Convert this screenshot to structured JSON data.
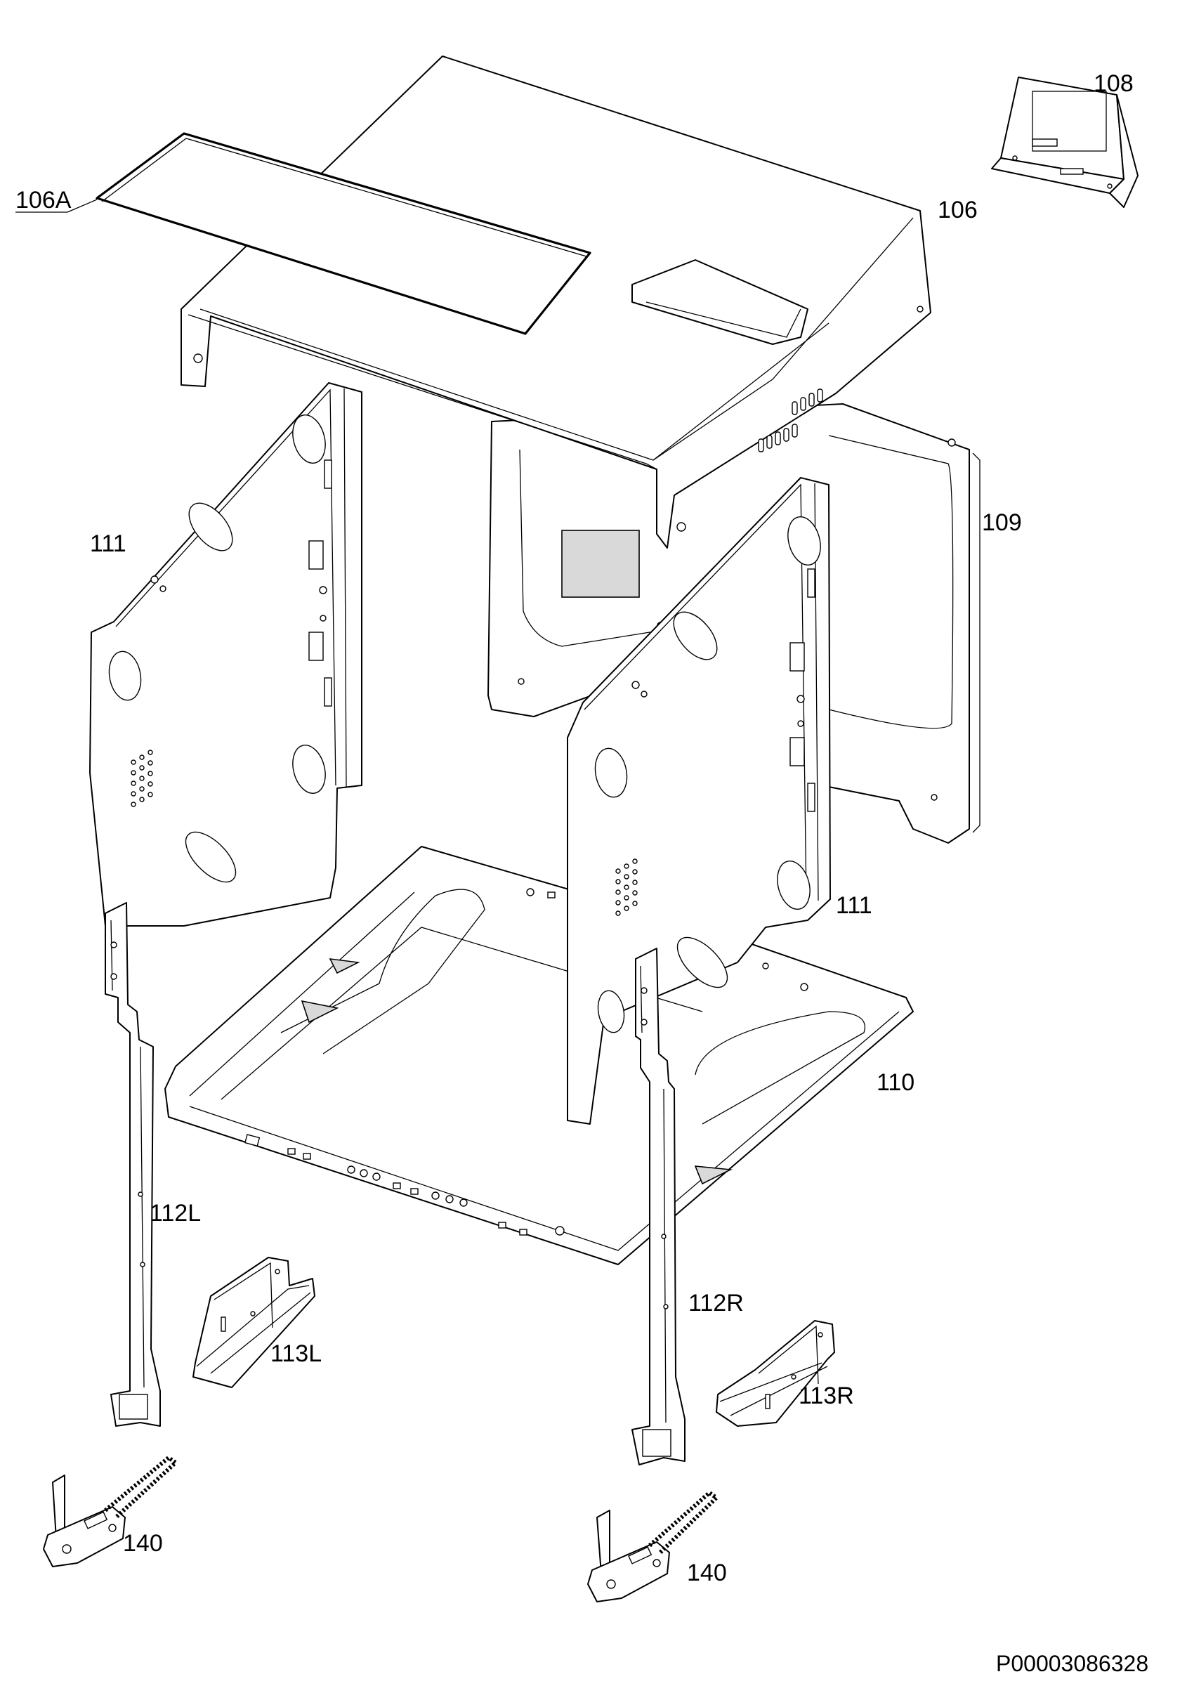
{
  "labels": {
    "l106A": "106A",
    "l106": "106",
    "l108": "108",
    "l109": "109",
    "l111a": "111",
    "l111b": "111",
    "l110": "110",
    "l112L": "112L",
    "l112R": "112R",
    "l113L": "113L",
    "l113R": "113R",
    "l140a": "140",
    "l140b": "140"
  },
  "reference_code": "P00003086328"
}
